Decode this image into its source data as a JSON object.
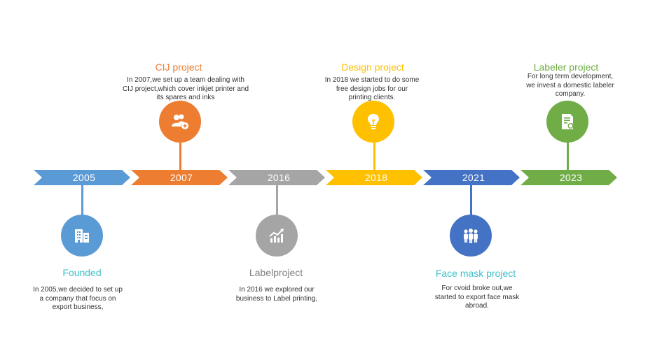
{
  "colors": {
    "blue": "#5b9bd5",
    "orange": "#ed7d31",
    "gray": "#a5a5a5",
    "yellow": "#ffc000",
    "darkblue": "#4472c4",
    "green": "#70ad47",
    "teal_title": "#3fc1c9"
  },
  "timeline": [
    {
      "year": "2005",
      "title": "Founded",
      "lines": [
        "In 2005,we decided to set up",
        "a company that focus on",
        "export business,"
      ],
      "icon": "building-icon"
    },
    {
      "year": "2007",
      "title": "CIJ project",
      "lines": [
        "In 2007,we set up a team dealing with",
        "CIJ project,which cover inkjet printer and",
        "its spares and inks"
      ],
      "icon": "team-icon"
    },
    {
      "year": "2016",
      "title": "Labelproject",
      "lines": [
        "In 2016 we explored our",
        "business to Label  printing,"
      ],
      "icon": "growth-chart-icon"
    },
    {
      "year": "2018",
      "title": "Design project",
      "lines": [
        "In 2018 we started to do some",
        "free design jobs for our",
        "printing clients."
      ],
      "icon": "lightbulb-icon"
    },
    {
      "year": "2021",
      "title": "Face mask project",
      "lines": [
        "For cvoid broke out,we",
        "started to export face mask",
        "abroad."
      ],
      "icon": "people-icon"
    },
    {
      "year": "2023",
      "title": "Labeler project",
      "lines": [
        "For long term development,",
        "we invest a domestic labeler",
        "company."
      ],
      "icon": "document-icon"
    }
  ]
}
